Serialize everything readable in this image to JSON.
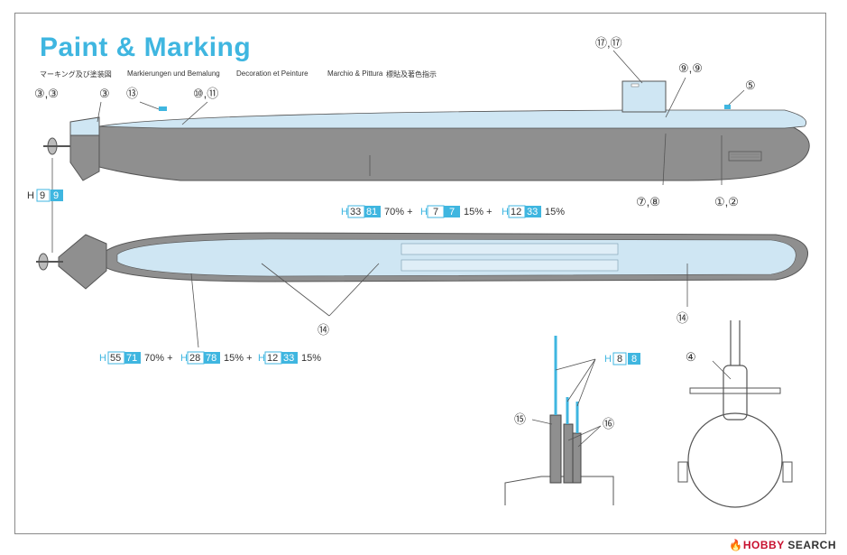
{
  "title": "Paint & Marking",
  "subtitles": [
    "マーキング及び塗装図",
    "Markierungen und Bemalung",
    "Decoration et Peinture",
    "Marchio & Pittura",
    "標貼及著色指示"
  ],
  "callouts": {
    "c1": "③,③",
    "c2": "③",
    "c3": "⑬",
    "c4": "⑩,⑪",
    "c5": "⑰,⑰",
    "c6": "⑨,⑨",
    "c7": "⑤",
    "c8": "⑦,⑧",
    "c9": "①,②",
    "c10": "⑭",
    "c11": "⑭",
    "c12": "④",
    "c13": "⑮",
    "c14": "⑯"
  },
  "paint_mixes": {
    "hull_upper": {
      "H": "H",
      "a": "33",
      "b": "81",
      "p1": "70% +",
      "H2": "H",
      "c": "7",
      "d": "7",
      "p2": "15% +",
      "H3": "H",
      "e": "12",
      "f": "33",
      "p3": "15%"
    },
    "hull_lower": {
      "H": "H",
      "a": "55",
      "b": "71",
      "p1": "70% +",
      "H2": "H",
      "c": "28",
      "d": "78",
      "p2": "15% +",
      "H3": "H",
      "e": "12",
      "f": "33",
      "p3": "15%"
    },
    "prop": {
      "H": "H",
      "a": "9",
      "b": "9"
    },
    "mast": {
      "H": "H",
      "a": "8",
      "b": "8"
    }
  },
  "watermark": {
    "logo": "🔥HOBBY",
    "text": " SEARCH"
  },
  "colors": {
    "accent": "#3fb6e0",
    "hull_gray": "#8f8f8f",
    "deck_blue": "#cfe6f3",
    "frame": "#8a8a8a"
  }
}
